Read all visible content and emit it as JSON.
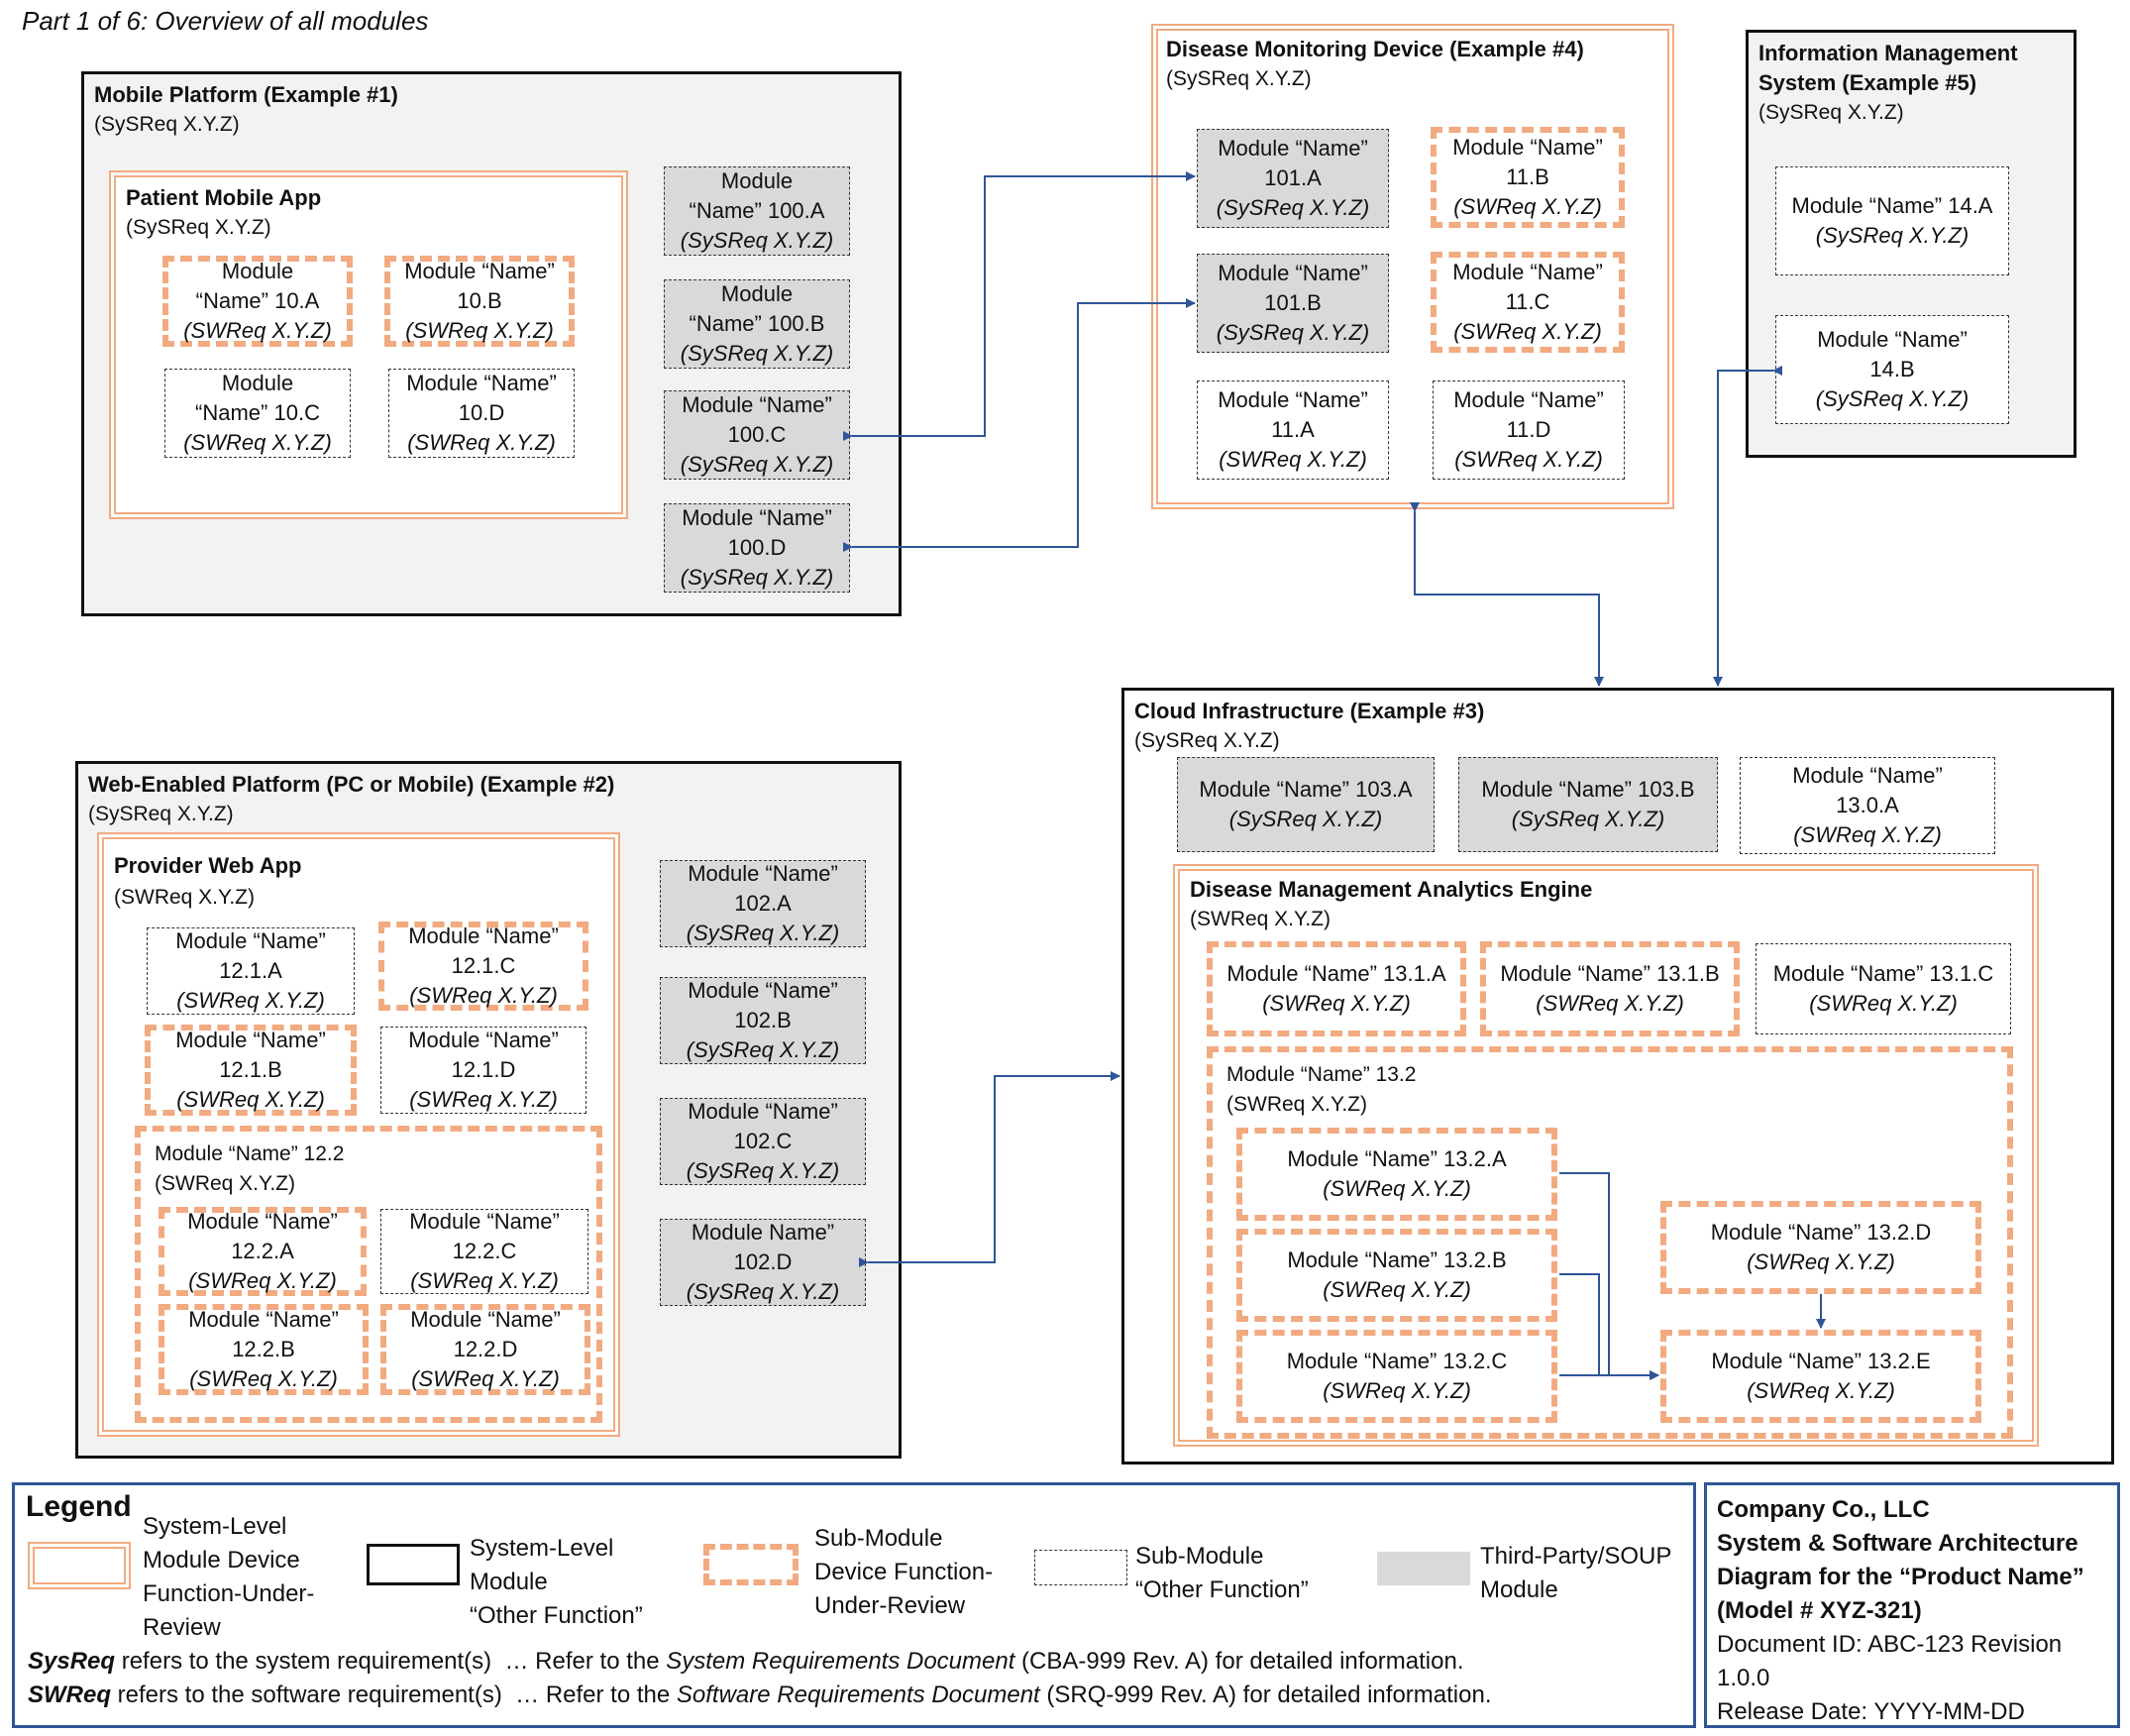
{
  "page_title": "Part 1 of 6: Overview of all modules",
  "systems": {
    "mobile": {
      "title": "Mobile Platform (Example #1)",
      "req": "(SySReq X.Y.Z)"
    },
    "patient_app": {
      "title": "Patient Mobile App",
      "req": "(SySReq X.Y.Z)"
    },
    "disease_device": {
      "title": "Disease Monitoring Device (Example #4)",
      "req": "(SySReq X.Y.Z)"
    },
    "info_mgmt": {
      "title1": "Information Management",
      "title2": "System (Example #5)",
      "req": "(SySReq X.Y.Z)"
    },
    "web": {
      "title": "Web-Enabled Platform (PC or Mobile) (Example #2)",
      "req": "(SySReq X.Y.Z)"
    },
    "provider_app": {
      "title": "Provider Web App",
      "req": "(SWReq X.Y.Z)"
    },
    "cloud": {
      "title": "Cloud Infrastructure (Example #3)",
      "req": "(SySReq X.Y.Z)"
    },
    "analytics": {
      "title": "Disease Management Analytics Engine",
      "req": "(SWReq X.Y.Z)"
    },
    "m132": {
      "title": "Module “Name” 13.2",
      "req": "(SWReq X.Y.Z)"
    },
    "m122": {
      "title": "Module “Name” 12.2",
      "req": "(SWReq X.Y.Z)"
    }
  },
  "modules": {
    "m10a": {
      "l1": "Module",
      "l2": "“Name” 10.A",
      "l3": "(SWReq X.Y.Z)"
    },
    "m10b": {
      "l1": "Module “Name”",
      "l2": "10.B",
      "l3": "(SWReq X.Y.Z)"
    },
    "m10c": {
      "l1": "Module",
      "l2": "“Name” 10.C",
      "l3": "(SWReq X.Y.Z)"
    },
    "m10d": {
      "l1": "Module “Name”",
      "l2": "10.D",
      "l3": "(SWReq X.Y.Z)"
    },
    "m100a": {
      "l1": "Module",
      "l2": "“Name” 100.A",
      "l3": "(SySReq X.Y.Z)"
    },
    "m100b": {
      "l1": "Module",
      "l2": "“Name” 100.B",
      "l3": "(SySReq X.Y.Z)"
    },
    "m100c": {
      "l1": "Module “Name”",
      "l2": "100.C",
      "l3": "(SySReq X.Y.Z)"
    },
    "m100d": {
      "l1": "Module “Name”",
      "l2": "100.D",
      "l3": "(SySReq X.Y.Z)"
    },
    "m101a": {
      "l1": "Module “Name”",
      "l2": "101.A",
      "l3": "(SySReq X.Y.Z)"
    },
    "m101b": {
      "l1": "Module “Name”",
      "l2": "101.B",
      "l3": "(SySReq X.Y.Z)"
    },
    "m11a": {
      "l1": "Module “Name”",
      "l2": "11.A",
      "l3": "(SWReq X.Y.Z)"
    },
    "m11b": {
      "l1": "Module “Name”",
      "l2": "11.B",
      "l3": "(SWReq X.Y.Z)"
    },
    "m11c": {
      "l1": "Module “Name”",
      "l2": "11.C",
      "l3": "(SWReq X.Y.Z)"
    },
    "m11d": {
      "l1": "Module “Name”",
      "l2": "11.D",
      "l3": "(SWReq X.Y.Z)"
    },
    "m14a": {
      "l1": "Module “Name” 14.A",
      "l2": "(SySReq X.Y.Z)"
    },
    "m14b": {
      "l1": "Module “Name”",
      "l2": "14.B",
      "l3": "(SySReq X.Y.Z)"
    },
    "m121a": {
      "l1": "Module “Name”",
      "l2": "12.1.A",
      "l3": "(SWReq X.Y.Z)"
    },
    "m121b": {
      "l1": "Module “Name”",
      "l2": "12.1.B",
      "l3": "(SWReq X.Y.Z)"
    },
    "m121c": {
      "l1": "Module “Name”",
      "l2": "12.1.C",
      "l3": "(SWReq X.Y.Z)"
    },
    "m121d": {
      "l1": "Module “Name”",
      "l2": "12.1.D",
      "l3": "(SWReq X.Y.Z)"
    },
    "m122a": {
      "l1": "Module “Name”",
      "l2": "12.2.A",
      "l3": "(SWReq X.Y.Z)"
    },
    "m122b": {
      "l1": "Module “Name”",
      "l2": "12.2.B",
      "l3": "(SWReq X.Y.Z)"
    },
    "m122c": {
      "l1": "Module “Name”",
      "l2": "12.2.C",
      "l3": "(SWReq X.Y.Z)"
    },
    "m122d": {
      "l1": "Module “Name”",
      "l2": "12.2.D",
      "l3": "(SWReq X.Y.Z)"
    },
    "m102a": {
      "l1": "Module “Name”",
      "l2": "102.A",
      "l3": "(SySReq X.Y.Z)"
    },
    "m102b": {
      "l1": "Module “Name”",
      "l2": "102.B",
      "l3": "(SySReq X.Y.Z)"
    },
    "m102c": {
      "l1": "Module “Name”",
      "l2": "102.C",
      "l3": "(SySReq X.Y.Z)"
    },
    "m102d": {
      "l1": "Module Name”",
      "l2": "102.D",
      "l3": "(SySReq X.Y.Z)"
    },
    "m103a": {
      "l1": "Module “Name” 103.A",
      "l2": "(SySReq X.Y.Z)"
    },
    "m103b": {
      "l1": "Module “Name” 103.B",
      "l2": "(SySReq X.Y.Z)"
    },
    "m130a": {
      "l1": "Module “Name”",
      "l2": "13.0.A",
      "l3": "(SWReq X.Y.Z)"
    },
    "m131a": {
      "l1": "Module “Name” 13.1.A",
      "l2": "(SWReq X.Y.Z)"
    },
    "m131b": {
      "l1": "Module “Name” 13.1.B",
      "l2": "(SWReq X.Y.Z)"
    },
    "m131c": {
      "l1": "Module “Name” 13.1.C",
      "l2": "(SWReq X.Y.Z)"
    },
    "m132a": {
      "l1": "Module “Name” 13.2.A",
      "l2": "(SWReq X.Y.Z)"
    },
    "m132b": {
      "l1": "Module “Name” 13.2.B",
      "l2": "(SWReq X.Y.Z)"
    },
    "m132c": {
      "l1": "Module “Name” 13.2.C",
      "l2": "(SWReq X.Y.Z)"
    },
    "m132d": {
      "l1": "Module “Name” 13.2.D",
      "l2": "(SWReq X.Y.Z)"
    },
    "m132e": {
      "l1": "Module “Name” 13.2.E",
      "l2": "(SWReq X.Y.Z)"
    }
  },
  "legend": {
    "title": "Legend",
    "item1": [
      "System-Level",
      "Module Device",
      "Function-Under-",
      "Review"
    ],
    "item2": [
      "System-Level",
      "Module",
      "“Other Function”"
    ],
    "item3": [
      "Sub-Module",
      "Device Function-",
      "Under-Review"
    ],
    "item4": [
      "Sub-Module",
      "“Other Function”"
    ],
    "item5": [
      "Third-Party/SOUP",
      "Module"
    ],
    "sysreq_term": "SysReq",
    "sysreq_mid": " refers to the system requirement(s)  … Refer to the ",
    "sysreq_doc": "System Requirements Document",
    "sysreq_end": " (CBA-999 Rev. A) for detailed information.",
    "swreq_term": "SWReq",
    "swreq_mid": " refers to the software requirement(s)  … Refer to the ",
    "swreq_doc": "Software Requirements Document",
    "swreq_end": " (SRQ-999 Rev. A) for detailed information."
  },
  "titleblock": {
    "company": "Company Co., LLC",
    "line2": "System & Software Architecture",
    "line3": "Diagram for the “Product Name”",
    "line4": "(Model # XYZ-321)",
    "doc_id1": "Document ID: ABC-123 Revision",
    "doc_id2": "1.0.0",
    "release": "Release Date: YYYY-MM-DD"
  },
  "colors": {
    "link": "#2f5597",
    "fur_orange": "#f2aa80",
    "soup_gray": "#d9d9d9",
    "system_bg": "#f2f2f2"
  }
}
